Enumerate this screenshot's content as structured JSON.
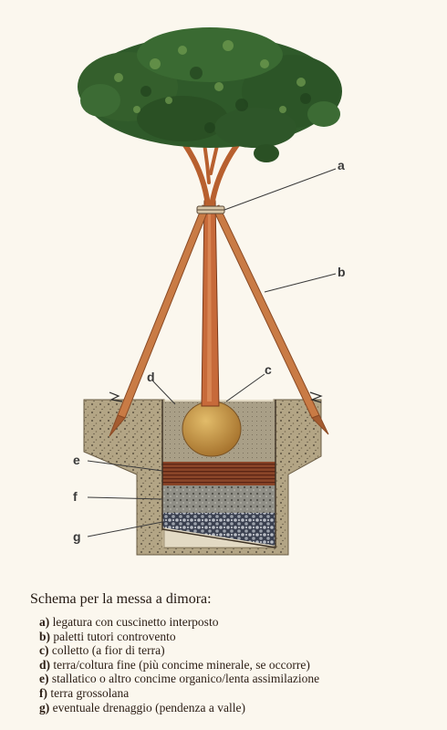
{
  "labels": {
    "a": "a",
    "b": "b",
    "c": "c",
    "d": "d",
    "e": "e",
    "f": "f",
    "g": "g"
  },
  "caption": {
    "title": "Schema per la messa a dimora:",
    "items": [
      {
        "key": "a)",
        "text": "legatura con cuscinetto interposto"
      },
      {
        "key": "b)",
        "text": "paletti tutori controvento"
      },
      {
        "key": "c)",
        "text": "colletto (a fior di terra)"
      },
      {
        "key": "d)",
        "text": "terra/coltura fine (più concime minerale, se occorre)"
      },
      {
        "key": "e)",
        "text": "stallatico o altro concime organico/lenta assimilazione"
      },
      {
        "key": "f)",
        "text": "terra grossolana"
      },
      {
        "key": "g)",
        "text": "eventuale drenaggio (pendenza a valle)"
      }
    ]
  },
  "colors": {
    "foliage": "#2f5a2a",
    "foliage_light": "#5f8a45",
    "trunk": "#c76a3a",
    "stake": "#c97b45",
    "soil": "#b5a88a",
    "root_ball": "#c89a4e",
    "manure": "#7a3a22",
    "drainage": "#3f4657"
  }
}
